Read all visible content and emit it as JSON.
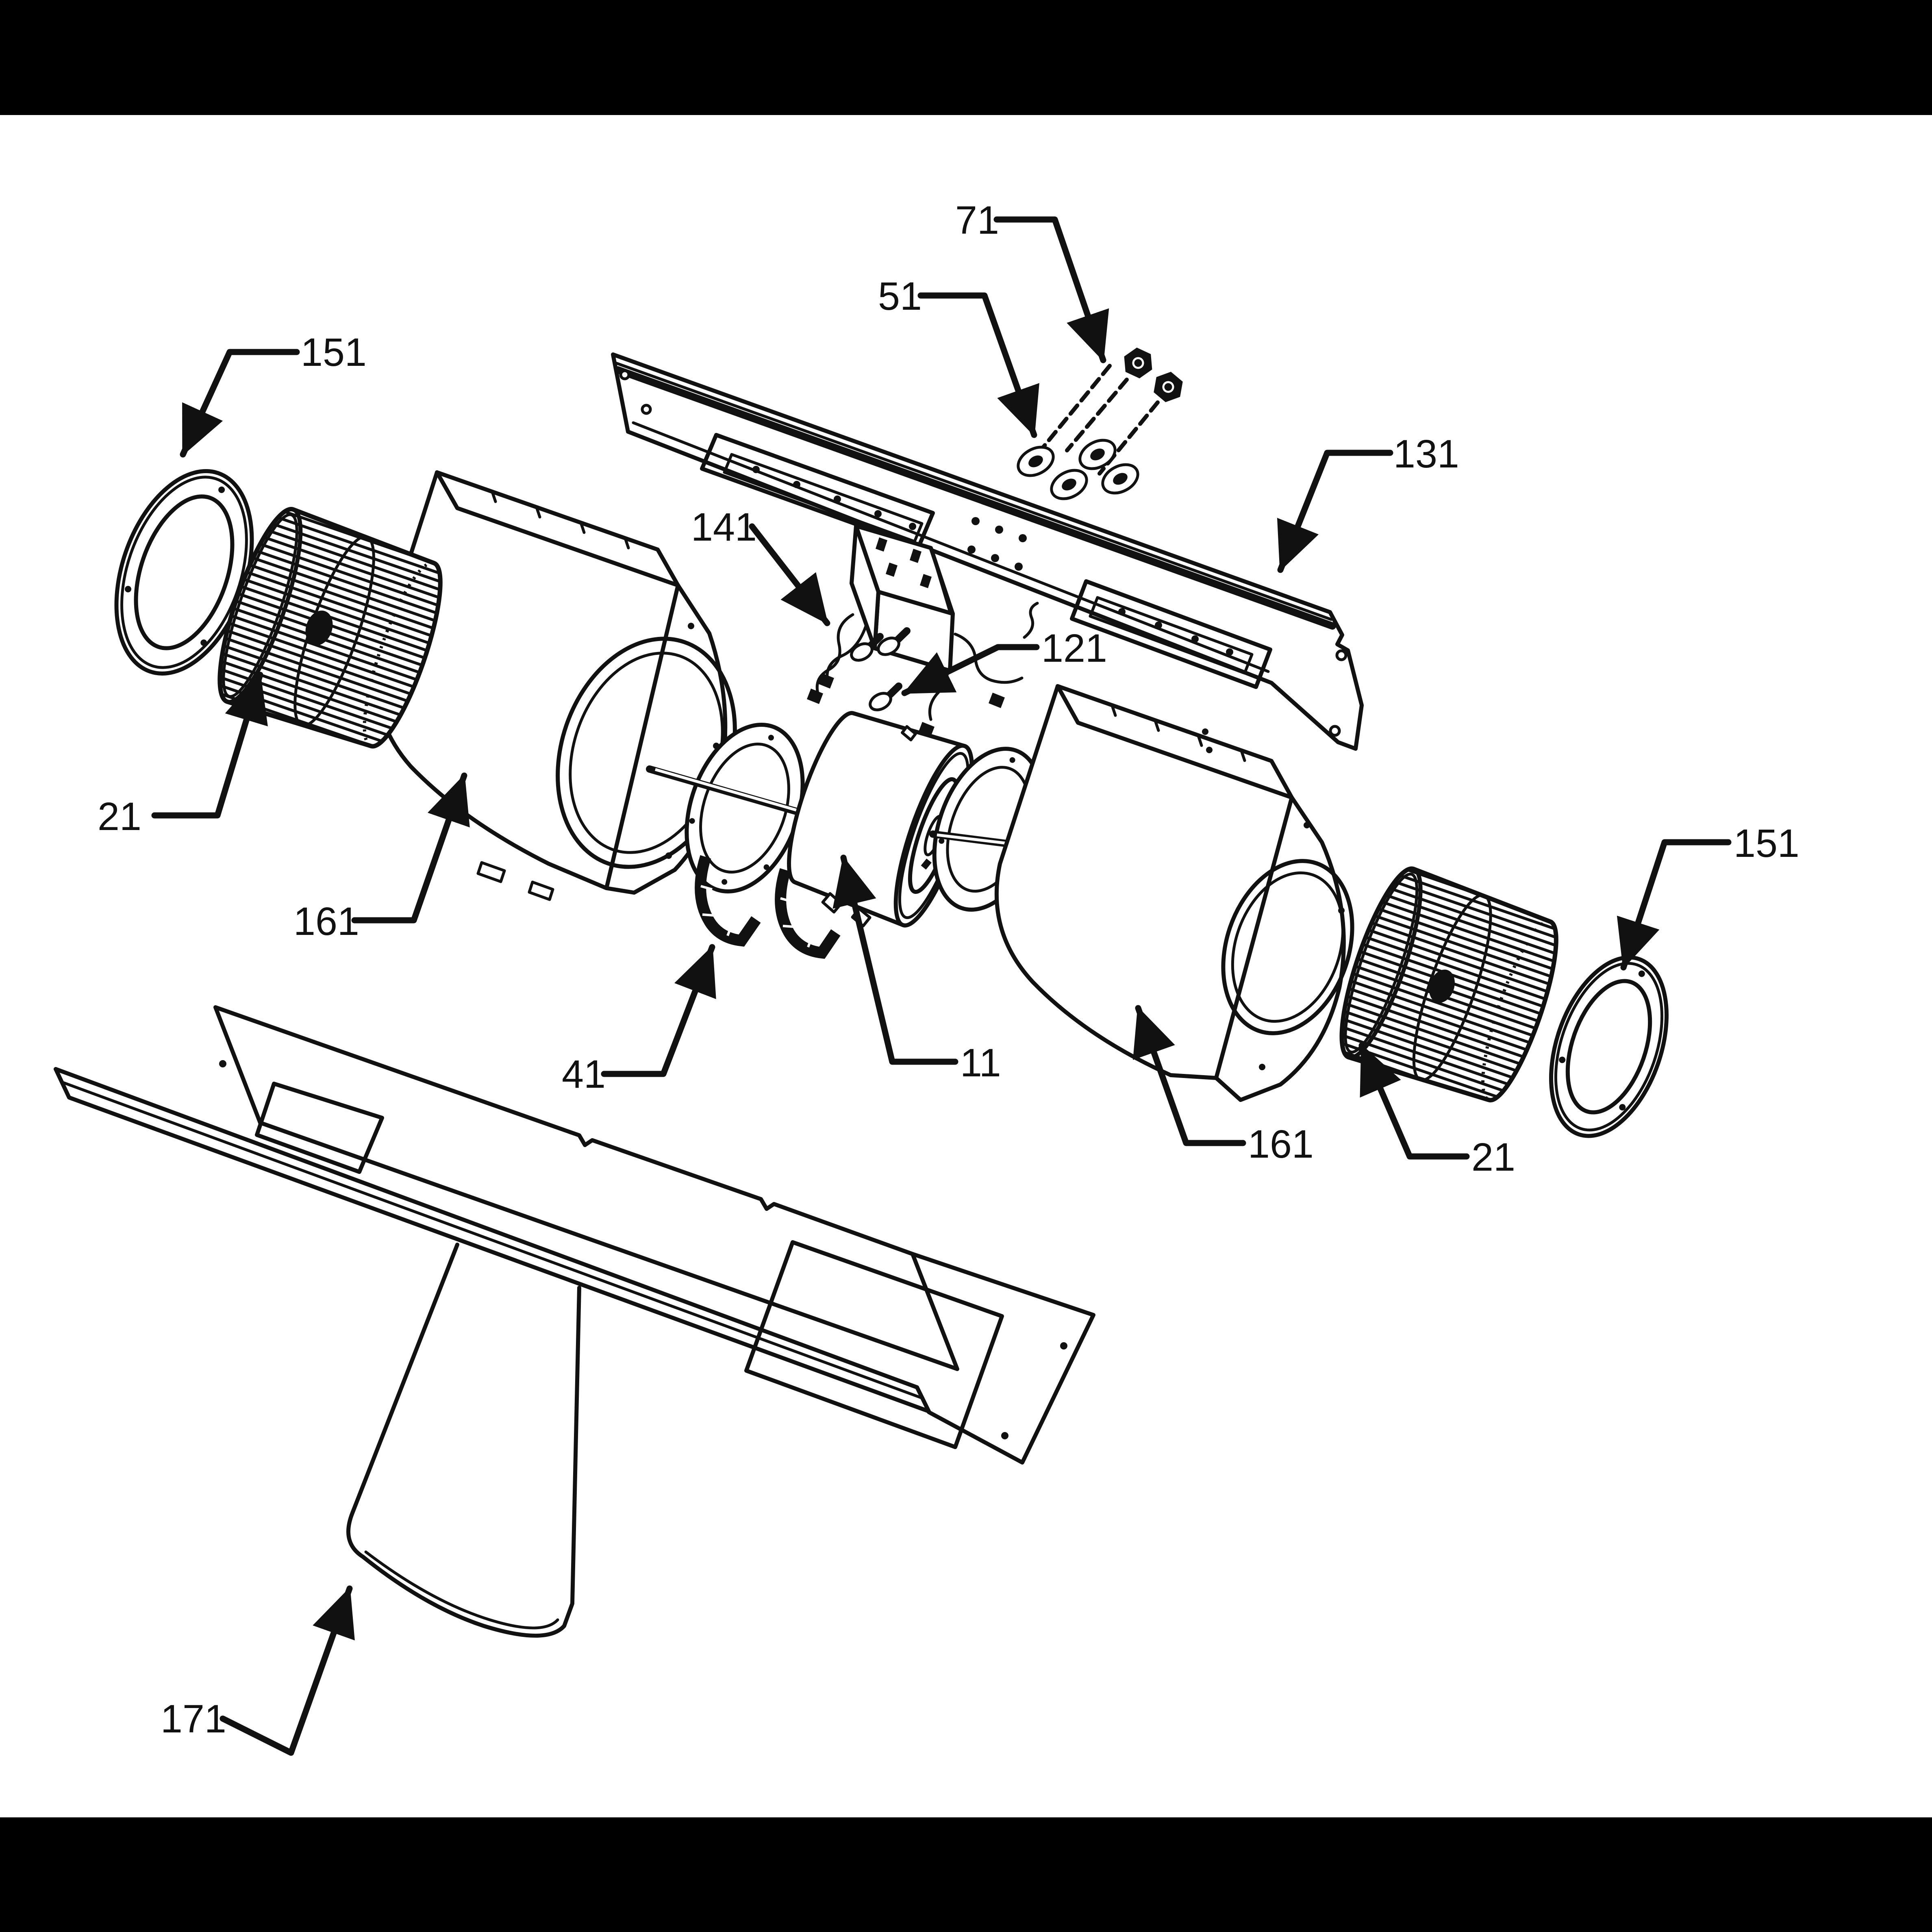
{
  "figure": {
    "type": "exploded-parts-diagram",
    "description": "Range hood dual centrifugal blower assembly exploded view",
    "ink_color": "#111111",
    "paper_color": "#ffffff",
    "letterbox_color": "#000000"
  },
  "callouts": [
    {
      "id": "71",
      "text": "71"
    },
    {
      "id": "51",
      "text": "51"
    },
    {
      "id": "151-left",
      "text": "151"
    },
    {
      "id": "131",
      "text": "131"
    },
    {
      "id": "141",
      "text": "141"
    },
    {
      "id": "121",
      "text": "121"
    },
    {
      "id": "21-left",
      "text": "21"
    },
    {
      "id": "161-left",
      "text": "161"
    },
    {
      "id": "41",
      "text": "41"
    },
    {
      "id": "11",
      "text": "11"
    },
    {
      "id": "161-right",
      "text": "161"
    },
    {
      "id": "21-right",
      "text": "21"
    },
    {
      "id": "151-right",
      "text": "151"
    },
    {
      "id": "171",
      "text": "171"
    }
  ]
}
